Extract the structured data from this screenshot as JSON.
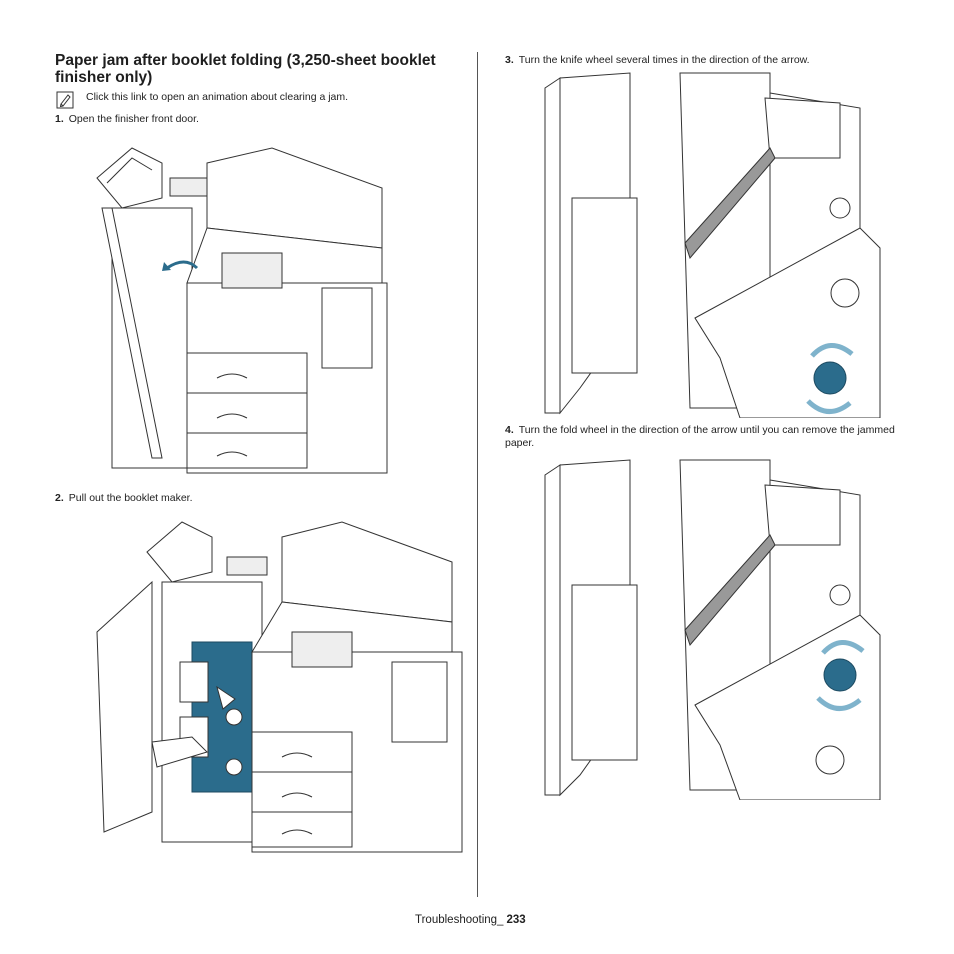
{
  "section": {
    "title": "Paper jam after booklet folding (3,250-sheet booklet finisher only)"
  },
  "note": {
    "icon": "note-pencil-icon",
    "text": "Click this link to open an animation about clearing a jam."
  },
  "steps": [
    {
      "number": "1.",
      "text": "Open the finisher front door."
    },
    {
      "number": "2.",
      "text": "Pull out the booklet maker."
    },
    {
      "number": "3.",
      "text": "Turn the knife wheel several times in the direction of the arrow."
    },
    {
      "number": "4.",
      "text": "Turn the fold wheel in the direction of the arrow until you can remove the jammed paper."
    }
  ],
  "colors": {
    "accent": "#2b6c8c",
    "arrow": "#7fb3cc",
    "line": "#333333"
  },
  "footer": {
    "section_label": "Troubleshooting_",
    "page_number": "233"
  }
}
